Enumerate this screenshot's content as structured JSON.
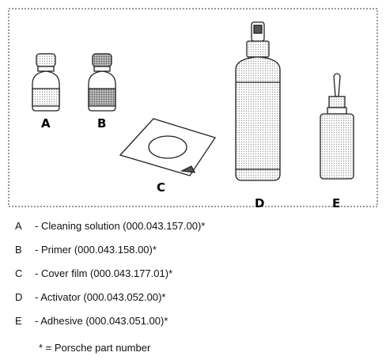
{
  "figure": {
    "labels": {
      "a": "A",
      "b": "B",
      "c": "C",
      "d": "D",
      "e": "E"
    },
    "icons": [
      "bottle-icon",
      "primer-bottle-icon",
      "cover-film-icon",
      "spray-bottle-icon",
      "glue-bottle-icon"
    ]
  },
  "legend": [
    {
      "letter": "A",
      "text": "- Cleaning solution (000.043.157.00)*"
    },
    {
      "letter": "B",
      "text": "- Primer (000.043.158.00)*"
    },
    {
      "letter": "C",
      "text": "- Cover film (000.043.177.01)*"
    },
    {
      "letter": "D",
      "text": "- Activator (000.043.052.00)*"
    },
    {
      "letter": "E",
      "text": "- Adhesive (000.043.051.00)*"
    }
  ],
  "footnote": "* = Porsche part number",
  "colors": {
    "outline": "#222222",
    "light_fill": "#cfcfcf",
    "dark_fill": "#8a8a8a",
    "frame": "#333333"
  }
}
